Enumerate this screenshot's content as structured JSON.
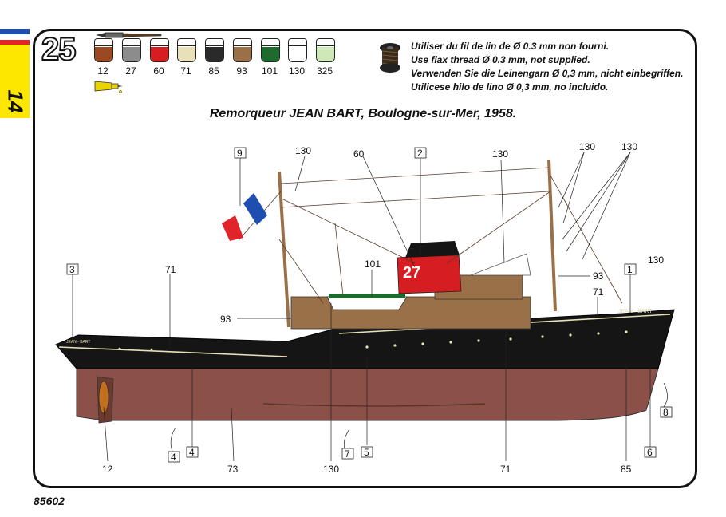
{
  "step_number": "25",
  "side_tab": {
    "number": "14",
    "flag_colors": [
      "#1e4fb0",
      "#ffffff",
      "#e0242a"
    ],
    "tab_color": "#fde600"
  },
  "paints": [
    {
      "code": "12",
      "color": "#9a4a22"
    },
    {
      "code": "27",
      "color": "#8c8c8c"
    },
    {
      "code": "60",
      "color": "#d61e22"
    },
    {
      "code": "71",
      "color": "#e7e0b8"
    },
    {
      "code": "85",
      "color": "#2a2a2a"
    },
    {
      "code": "93",
      "color": "#9a7048"
    },
    {
      "code": "101",
      "color": "#1f6b2f"
    },
    {
      "code": "130",
      "color": "#ffffff"
    },
    {
      "code": "325",
      "color": "#cfe8b8"
    }
  ],
  "thread_notes": [
    "Utiliser du fil de lin de Ø 0.3 mm non fourni.",
    "Use flax thread Ø 0.3 mm, not supplied.",
    "Verwenden Sie die Leinengarn Ø 0,3 mm, nicht einbegriffen.",
    "Utilicese hilo de lino Ø 0,3 mm, no incluido."
  ],
  "title": "Remorqueur JEAN BART, Boulogne-sur-Mer, 1958.",
  "ship_markings": {
    "funnel_number": "27",
    "hull_name": "JEAN - BART",
    "bow_name": "JEAN - BART"
  },
  "callouts": {
    "c130_a": "130",
    "c60": "60",
    "c2": "2",
    "c130_b": "130",
    "c130_c": "130",
    "c130_d": "130",
    "c9": "9",
    "c101": "101",
    "c93_a": "93",
    "c130_e": "130",
    "c1": "1",
    "c3": "3",
    "c71_a": "71",
    "c71_b": "71",
    "c93_b": "93",
    "c12": "12",
    "c4a": "4",
    "c4b": "4",
    "c73": "73",
    "c130_f": "130",
    "c7": "7",
    "c5": "5",
    "c71_c": "71",
    "c85": "85",
    "c6": "6",
    "c8": "8"
  },
  "catalog_code": "85602"
}
